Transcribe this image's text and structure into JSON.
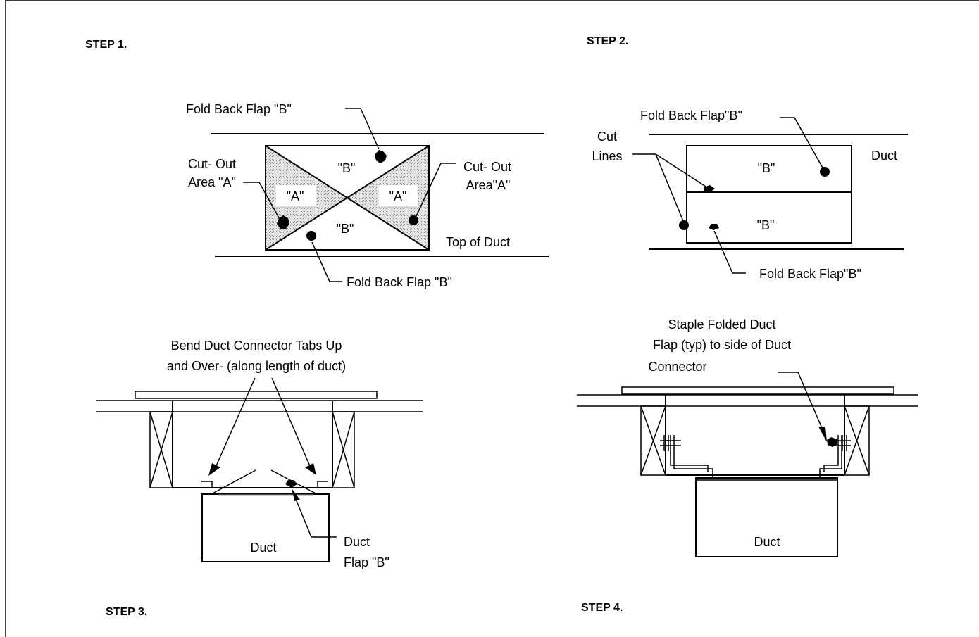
{
  "step1": {
    "title": "STEP 1.",
    "label_fold_top": "Fold Back Flap \"B\"",
    "label_cutout_left_1": "Cut- Out",
    "label_cutout_left_2": "Area \"A\"",
    "label_cutout_right_1": "Cut- Out",
    "label_cutout_right_2": "Area\"A\"",
    "region_b_top": "\"B\"",
    "region_b_bottom": "\"B\"",
    "region_a_left": "\"A\"",
    "region_a_right": "\"A\"",
    "label_top_of_duct": "Top of Duct",
    "label_fold_bottom": "Fold Back Flap \"B\""
  },
  "step2": {
    "title": "STEP 2.",
    "label_fold_top": "Fold Back Flap\"B\"",
    "label_cut_1": "Cut",
    "label_cut_2": "Lines",
    "label_duct": "Duct",
    "region_b_top": "\"B\"",
    "region_b_bottom": "\"B\"",
    "label_fold_bottom": "Fold Back Flap\"B\""
  },
  "step3": {
    "title": "STEP 3.",
    "label_bend_1": "Bend Duct Connector Tabs Up",
    "label_bend_2": "and Over- (along length of duct)",
    "label_duct": "Duct",
    "label_flap_1": "Duct",
    "label_flap_2": "Flap \"B\""
  },
  "step4": {
    "title": "STEP 4.",
    "label_staple_1": "Staple Folded Duct",
    "label_staple_2": "Flap (typ) to side of Duct",
    "label_staple_3": "Connector",
    "label_duct": "Duct"
  }
}
